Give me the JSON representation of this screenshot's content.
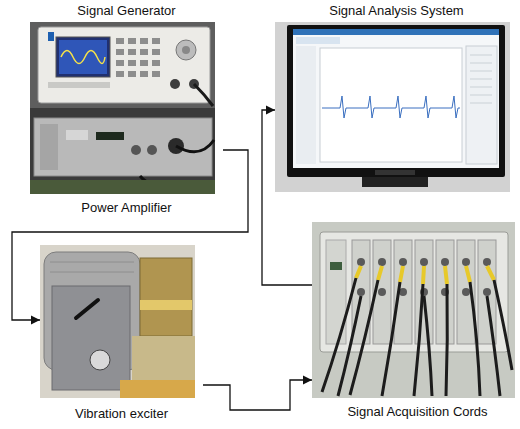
{
  "diagram": {
    "nodes": [
      {
        "text": [
          "Signal Generator"
        ]
      },
      {
        "text": [
          "Power Amplifier"
        ]
      },
      {
        "text": [
          "Signal Analysis System"
        ]
      },
      {
        "text": [
          "Vibration exciter"
        ]
      },
      {
        "text": [
          "Signal Acquisition Cords"
        ]
      }
    ],
    "edges": [
      {
        "from": 1,
        "to": 3,
        "arrow": "to"
      },
      {
        "from": 3,
        "to": 4,
        "arrow": "to"
      },
      {
        "from": 4,
        "to": 2,
        "arrow": "to"
      }
    ]
  }
}
